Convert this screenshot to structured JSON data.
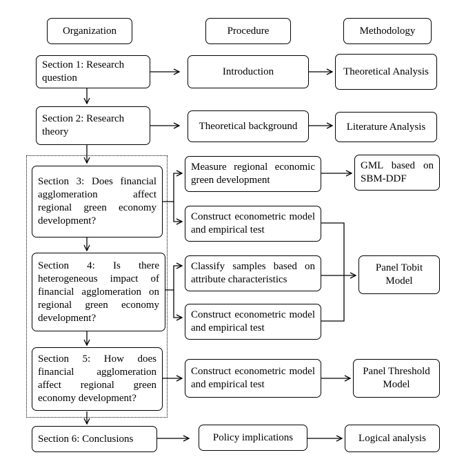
{
  "headers": {
    "organization": "Organization",
    "procedure": "Procedure",
    "methodology": "Methodology"
  },
  "rows": {
    "s1": {
      "org": "Section 1: Research question",
      "proc": "Introduction",
      "meth": "Theoretical Analysis"
    },
    "s2": {
      "org": "Section 2: Research theory",
      "proc": "Theoretical background",
      "meth": "Literature Analysis"
    },
    "s3": {
      "org": "Section 3: Does financial agglomeration affect regional green economy development?",
      "proc_a": "Measure regional economic green development",
      "proc_b": "Construct econometric model and empirical test",
      "meth_a": "GML based on SBM-DDF"
    },
    "s4": {
      "org": "Section 4: Is there heterogeneous impact of financial agglomeration on regional green economy development?",
      "proc_a": "Classify samples based on attribute characteristics",
      "proc_b": "Construct econometric model and empirical test",
      "meth": "Panel Tobit Model"
    },
    "s5": {
      "org": "Section 5: How does financial agglomeration affect regional green economy development?",
      "proc": "Construct econometric model and empirical test",
      "meth": "Panel Threshold Model"
    },
    "s6": {
      "org": "Section 6: Conclusions",
      "proc": "Policy implications",
      "meth": "Logical analysis"
    }
  }
}
